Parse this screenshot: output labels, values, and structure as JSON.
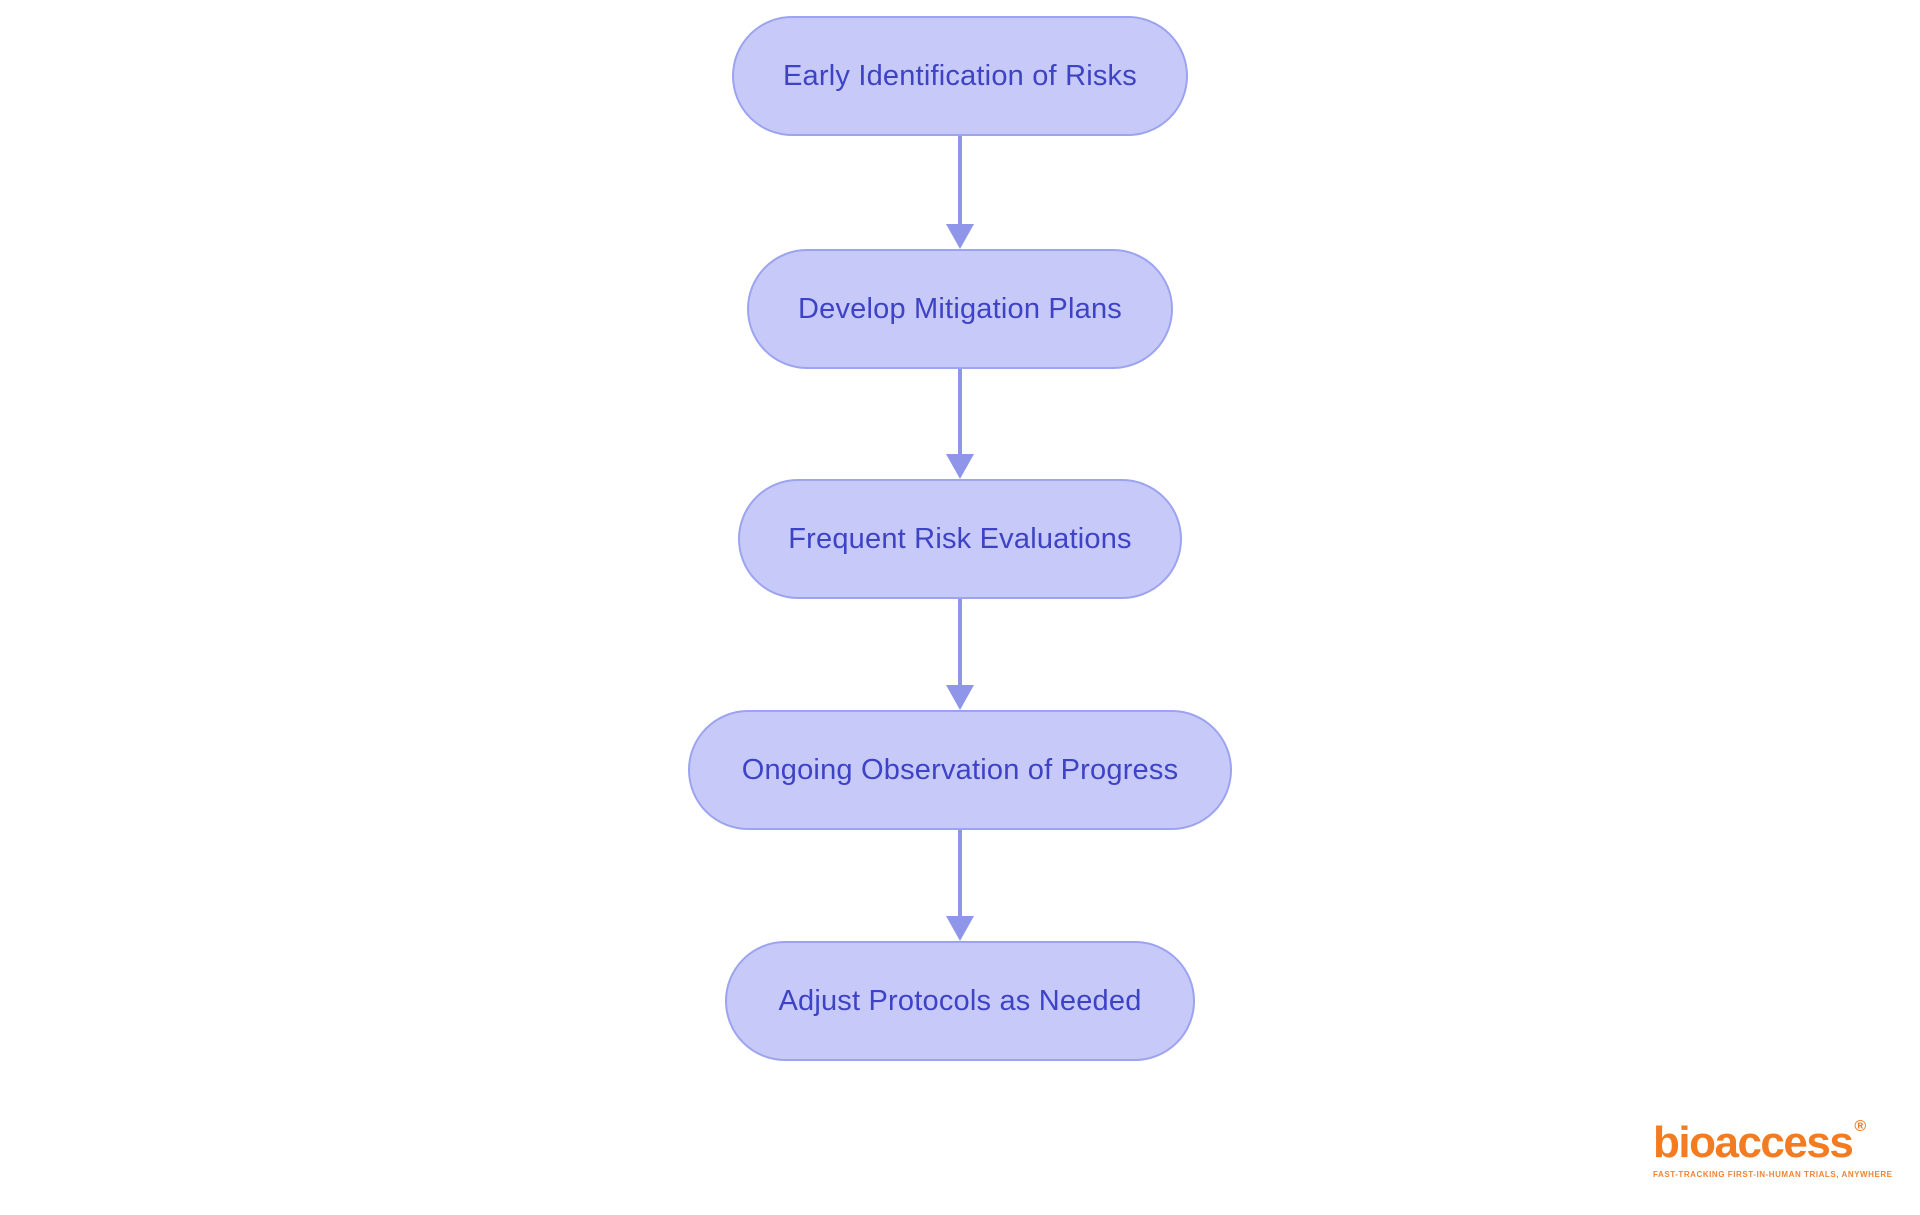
{
  "flow": {
    "nodes": [
      {
        "label": "Early Identification of Risks"
      },
      {
        "label": "Develop Mitigation Plans"
      },
      {
        "label": "Frequent Risk Evaluations"
      },
      {
        "label": "Ongoing Observation of Progress"
      },
      {
        "label": "Adjust Protocols as Needed"
      }
    ],
    "edges": [
      {
        "from": 0,
        "to": 1
      },
      {
        "from": 1,
        "to": 2
      },
      {
        "from": 2,
        "to": 3
      },
      {
        "from": 3,
        "to": 4
      }
    ],
    "colors": {
      "node_fill": "#c7caf8",
      "node_border": "#9ca3f0",
      "node_text": "#3d43c4",
      "arrow": "#8f96ea",
      "background": "#ffffff"
    }
  },
  "logo": {
    "brand": "bioaccess",
    "registered_mark": "®",
    "tagline": "FAST-TRACKING FIRST-IN-HUMAN TRIALS, ANYWHERE",
    "color": "#f47b20"
  }
}
